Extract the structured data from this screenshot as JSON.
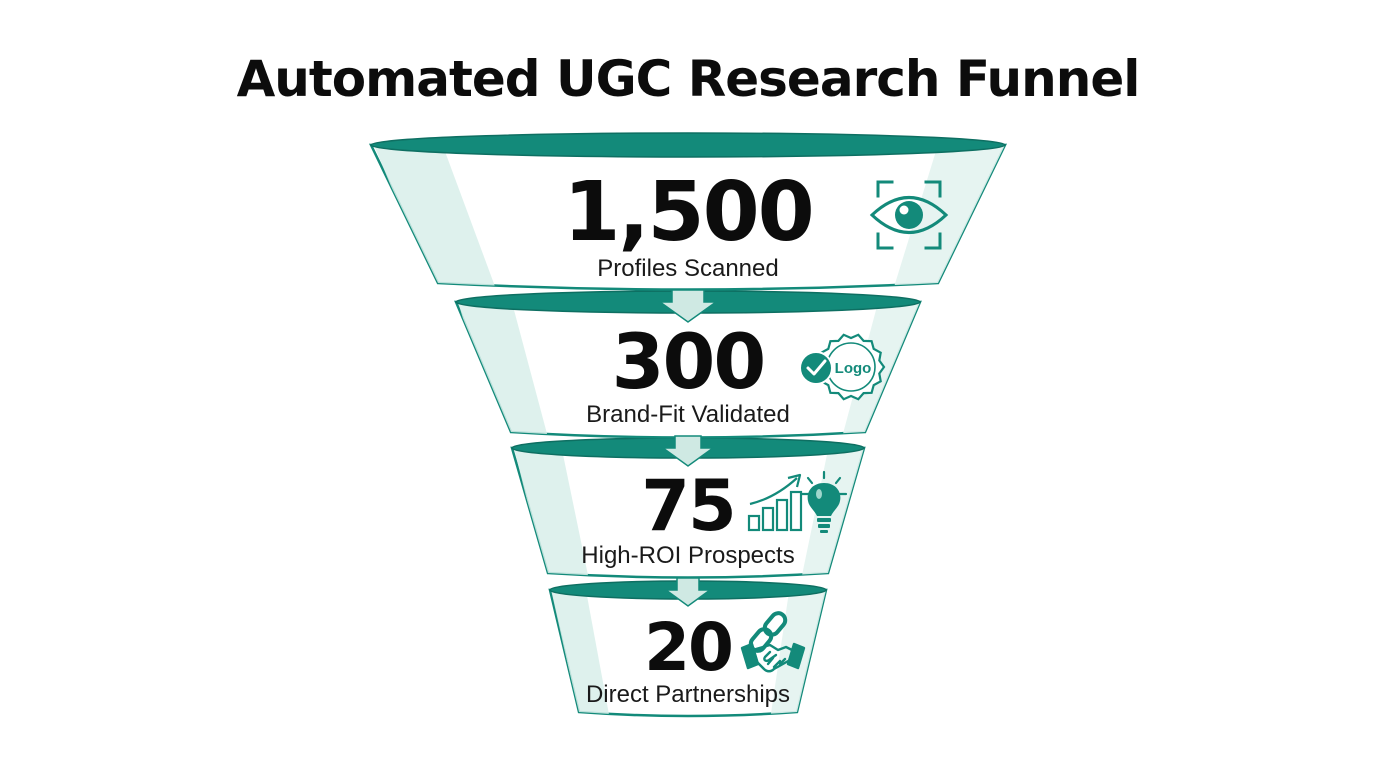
{
  "title": "Automated UGC Research Funnel",
  "colors": {
    "teal": "#138a7a",
    "teal_dark": "#0e6f62",
    "tint": "#e6f4f1",
    "sheen": "#d2ebe6",
    "arrow": "#cfe9e3",
    "ink": "#0c0c0c"
  },
  "stages": [
    {
      "value": "1,500",
      "label": "Profiles Scanned",
      "icon": "eye-scan-icon"
    },
    {
      "value": "300",
      "label": "Brand-Fit Validated",
      "icon": "logo-check-badge-icon",
      "badge_text": "Logo"
    },
    {
      "value": "75",
      "label": "High-ROI Prospects",
      "icon": "growth-chart-lightbulb-icon"
    },
    {
      "value": "20",
      "label": "Direct Partnerships",
      "icon": "link-handshake-icon"
    }
  ]
}
